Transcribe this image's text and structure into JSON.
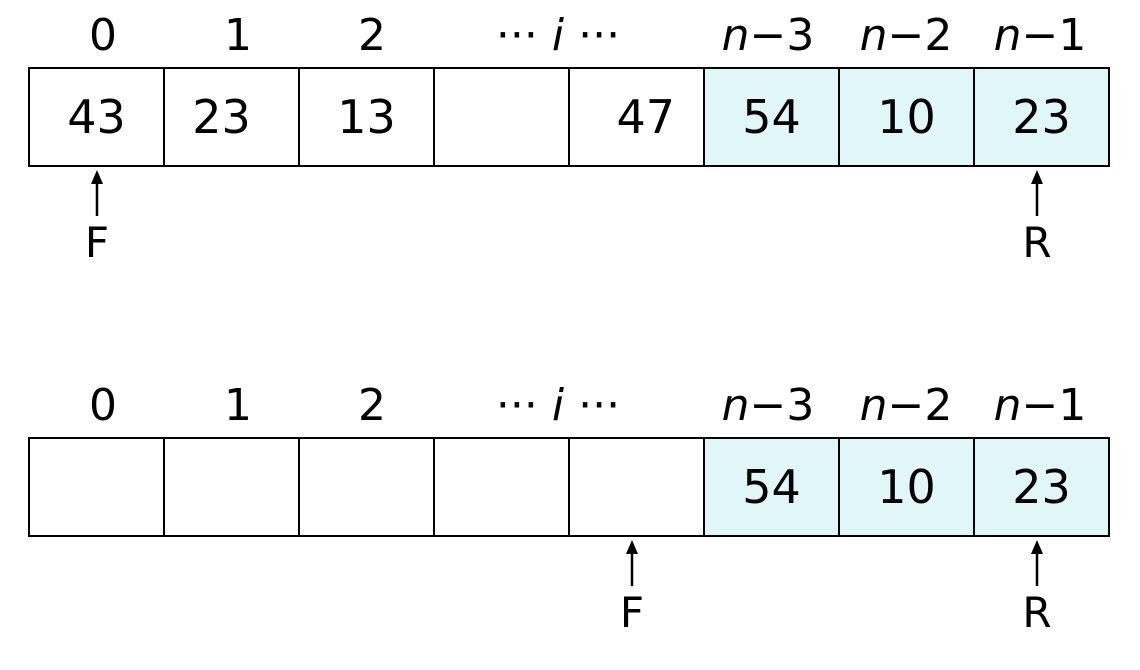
{
  "diagrams": [
    {
      "indices": [
        "0",
        "1",
        "2",
        "··· i ···",
        "n−3",
        "n−2",
        "n−1"
      ],
      "cells": [
        {
          "value": "43",
          "filled": false
        },
        {
          "value": "23",
          "filled": false
        },
        {
          "value": "13",
          "filled": false
        },
        {
          "value": "",
          "filled": false
        },
        {
          "value": "47",
          "filled": false
        },
        {
          "value": "54",
          "filled": true
        },
        {
          "value": "10",
          "filled": true
        },
        {
          "value": "23",
          "filled": true
        }
      ],
      "pointers": [
        {
          "label": "F",
          "cell": 0
        },
        {
          "label": "R",
          "cell": 7
        }
      ]
    },
    {
      "indices": [
        "0",
        "1",
        "2",
        "··· i ···",
        "n−3",
        "n−2",
        "n−1"
      ],
      "cells": [
        {
          "value": "",
          "filled": false
        },
        {
          "value": "",
          "filled": false
        },
        {
          "value": "",
          "filled": false
        },
        {
          "value": "",
          "filled": false
        },
        {
          "value": "",
          "filled": false
        },
        {
          "value": "54",
          "filled": true
        },
        {
          "value": "10",
          "filled": true
        },
        {
          "value": "23",
          "filled": true
        }
      ],
      "pointers": [
        {
          "label": "F",
          "cell": 4
        },
        {
          "label": "R",
          "cell": 7
        }
      ]
    }
  ],
  "colors": {
    "filled_cell": "#e0f6f8",
    "border": "#000000"
  }
}
